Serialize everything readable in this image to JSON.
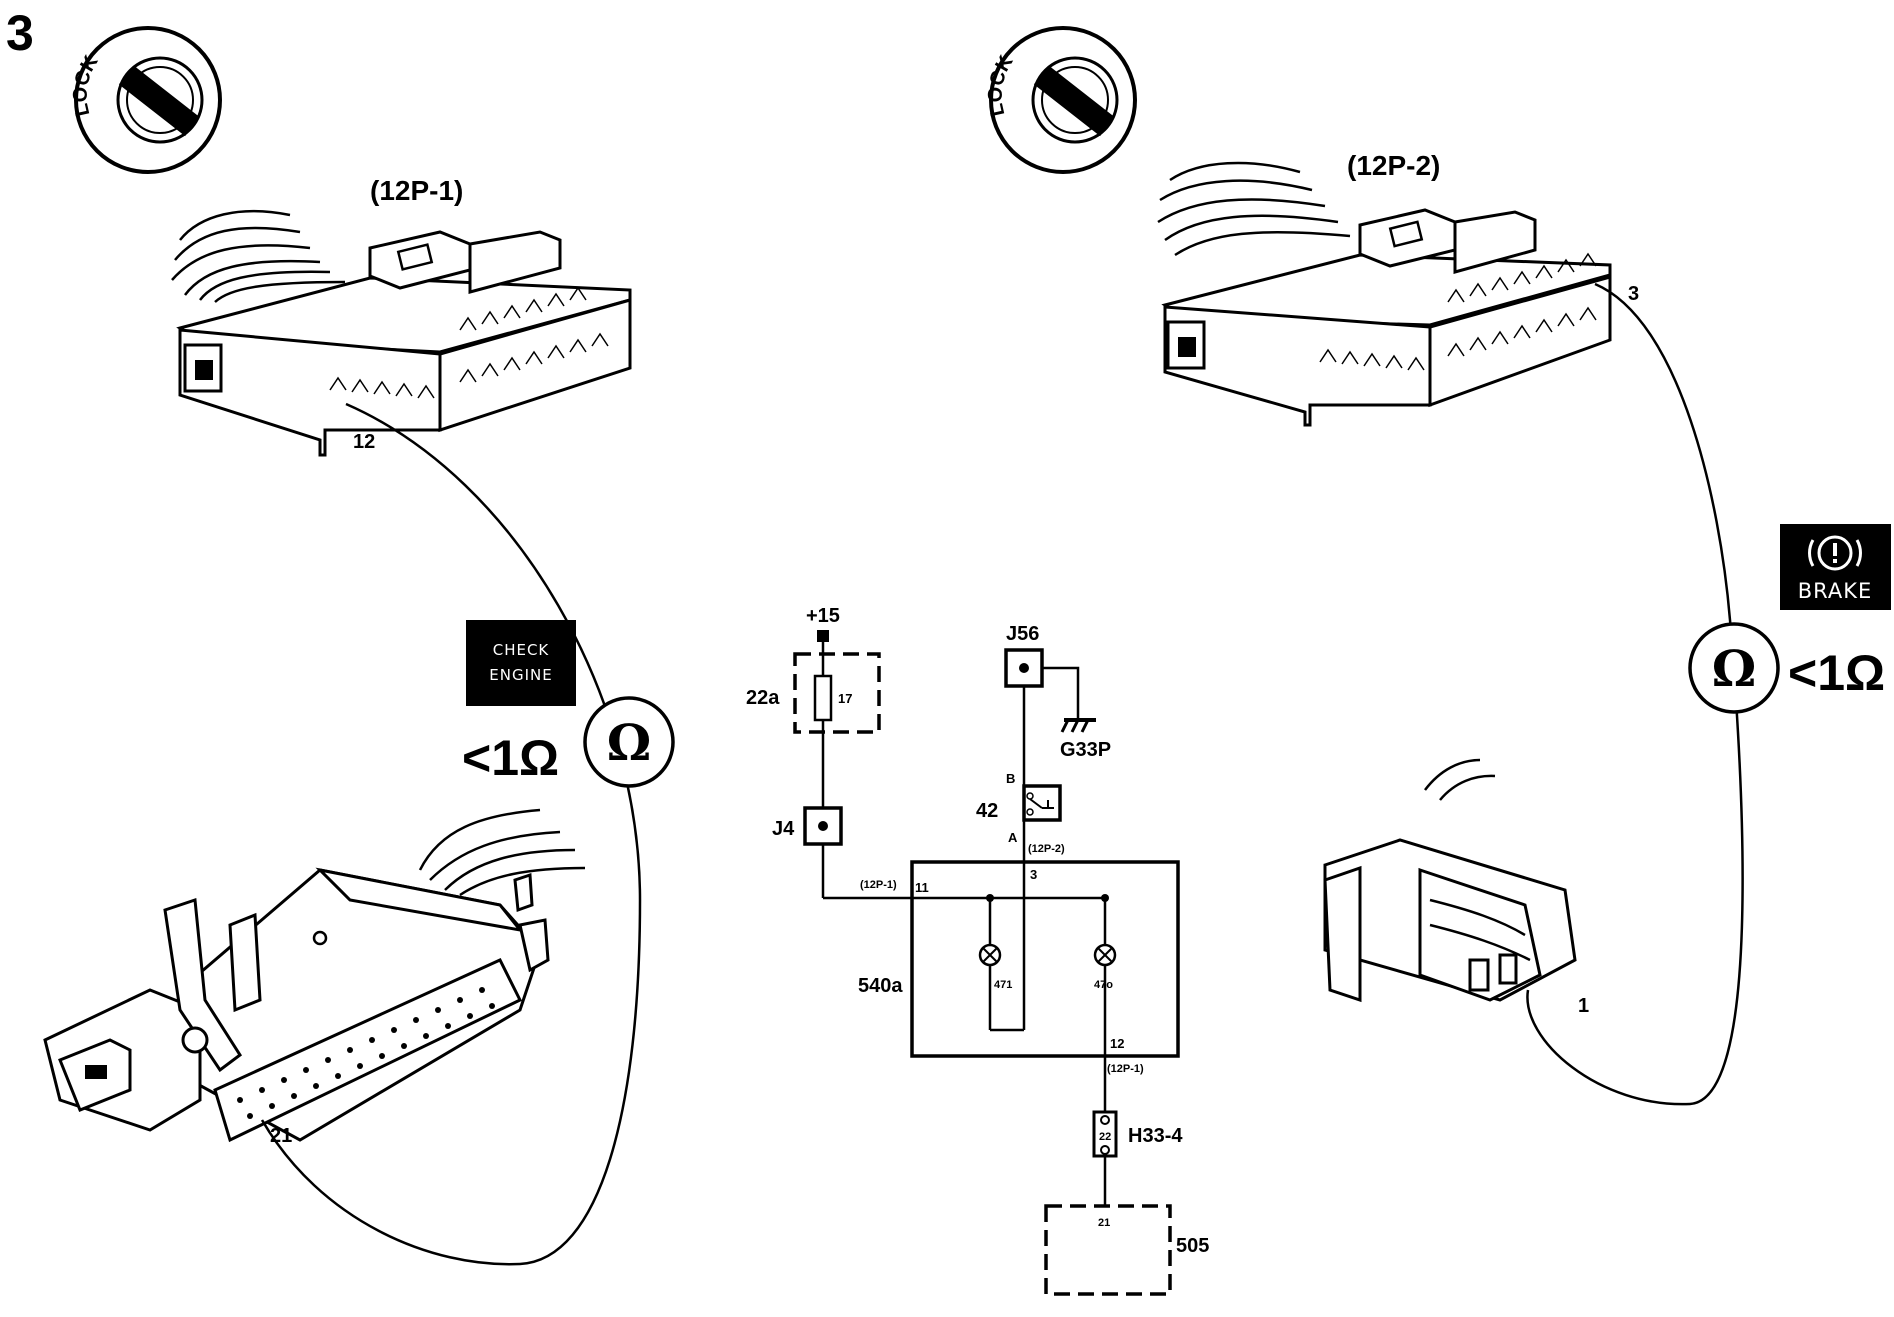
{
  "figure": {
    "step_number": "3"
  },
  "ignition": {
    "left_text": "LOCK",
    "right_text": "LOCK"
  },
  "connectors": {
    "left": {
      "label": "(12P-1)",
      "pin": "12"
    },
    "right": {
      "label": "(12P-2)",
      "pin": "3"
    },
    "ecu": {
      "pin": "21"
    },
    "small": {
      "pin": "1"
    }
  },
  "meters": {
    "left": {
      "symbol": "Ω",
      "reading": "<1Ω"
    },
    "right": {
      "symbol": "Ω",
      "reading": "<1Ω"
    }
  },
  "warning_lights": {
    "check_engine": {
      "line1": "CHECK",
      "line2": "ENGINE"
    },
    "brake": {
      "icon": "(!)",
      "label": "BRAKE"
    }
  },
  "schematic": {
    "supply": "+15",
    "fuse_box": "22a",
    "fuse_number": "17",
    "junction_j4": "J4",
    "junction_j56": "J56",
    "ground": "G33P",
    "switch": "42",
    "switch_pin_b": "B",
    "switch_pin_a": "A",
    "cluster": "540a",
    "cluster_conn_top_left": "(12P-1)",
    "cluster_pin_11": "11",
    "cluster_conn_top_right": "(12P-2)",
    "cluster_pin_3": "3",
    "lamp_1": "471",
    "lamp_2": "47o",
    "cluster_pin_12": "12",
    "cluster_conn_bottom": "(12P-1)",
    "connector_h33": "H33-4",
    "h33_pin": "22",
    "module": "505",
    "module_pin": "21"
  }
}
